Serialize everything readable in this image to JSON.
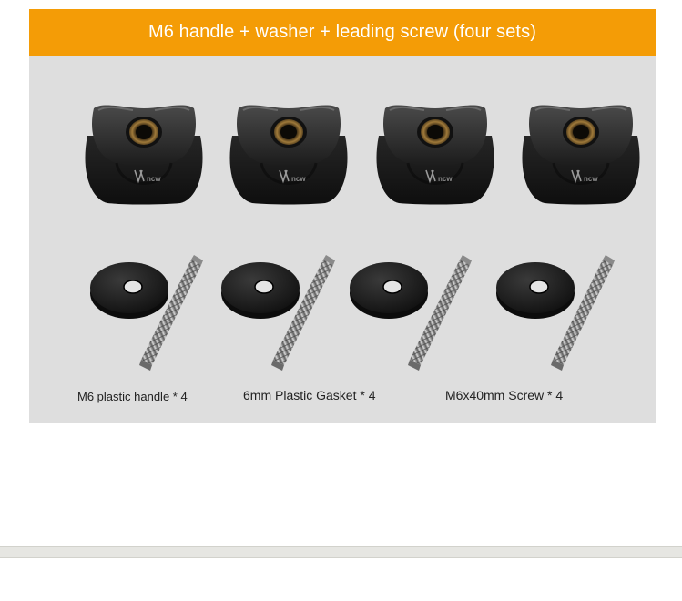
{
  "banner": {
    "title": "M6 handle + washer + leading screw (four sets)",
    "color": "#f49c06"
  },
  "photo": {
    "background": "#dedede",
    "knob_count": 4,
    "washer_screw_count": 4,
    "knob_logo_text": "Vnew"
  },
  "captions": [
    "M6 plastic handle * 4",
    "6mm Plastic Gasket * 4",
    "M6x40mm Screw * 4"
  ]
}
